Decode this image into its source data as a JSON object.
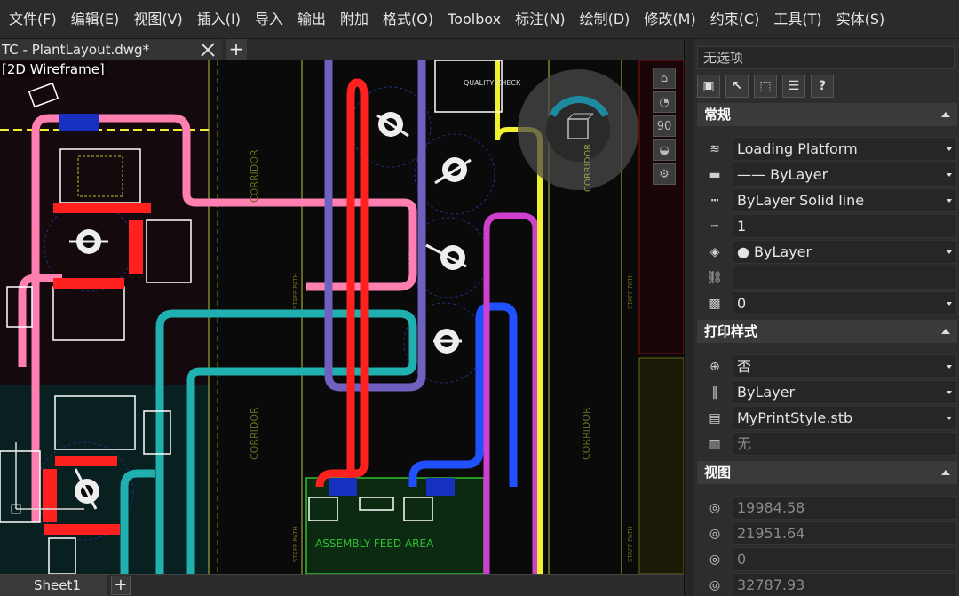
{
  "menu": [
    "文件(F)",
    "编辑(E)",
    "视图(V)",
    "插入(I)",
    "导入",
    "输出",
    "附加",
    "格式(O)",
    "Toolbox",
    "标注(N)",
    "绘制(D)",
    "修改(M)",
    "约束(C)",
    "工具(T)",
    "实体(S)"
  ],
  "document": {
    "tab_title": "TC - PlantLayout.dwg*",
    "add_tab": "+"
  },
  "viewport": {
    "label": "[2D Wireframe]"
  },
  "drawing": {
    "quality_check": "QUALITY CHECK",
    "corridor": "CORRIDOR",
    "staff_path": "STAFF PATH",
    "assembly_feed": "ASSEMBLY FEED AREA"
  },
  "nav": {
    "zoom": "90"
  },
  "layout_tabs": {
    "sheet": "Sheet1",
    "add": "+"
  },
  "properties": {
    "selection": "无选项",
    "tools": [
      "▣",
      "↖",
      "⬚",
      "☰",
      "?"
    ],
    "general": {
      "title": "常规",
      "rows": [
        {
          "icon": "layers-icon",
          "value": "Loading Platform",
          "dropdown": true
        },
        {
          "icon": "color-icon",
          "value": "—— ByLayer",
          "dropdown": true
        },
        {
          "icon": "linetype-icon",
          "value": "ByLayer      Solid line",
          "dropdown": true
        },
        {
          "icon": "linetype-scale-icon",
          "value": "1",
          "dropdown": false
        },
        {
          "icon": "lineweight-icon",
          "value": "● ByLayer",
          "dropdown": true
        },
        {
          "icon": "hyperlink-icon",
          "value": "",
          "dropdown": false
        },
        {
          "icon": "transparency-icon",
          "value": "0",
          "dropdown": true
        }
      ]
    },
    "plot_style": {
      "title": "打印样式",
      "rows": [
        {
          "icon": "plot-style-icon",
          "value": "否",
          "dropdown": true
        },
        {
          "icon": "plot-color-icon",
          "value": "ByLayer",
          "dropdown": true
        },
        {
          "icon": "plot-table-icon",
          "value": "MyPrintStyle.stb",
          "dropdown": true
        },
        {
          "icon": "plot-attach-icon",
          "value": "无",
          "dropdown": false,
          "disabled": true
        }
      ]
    },
    "view": {
      "title": "视图",
      "rows": [
        {
          "icon": "center-x-icon",
          "value": "19984.58",
          "disabled": true
        },
        {
          "icon": "center-y-icon",
          "value": "21951.64",
          "disabled": true
        },
        {
          "icon": "center-z-icon",
          "value": "0",
          "disabled": true
        },
        {
          "icon": "height-icon",
          "value": "32787.93",
          "disabled": true
        }
      ]
    }
  },
  "colors": {
    "pink": "#ff7fb0",
    "red": "#ff2020",
    "cyan": "#20b0b0",
    "blue": "#2050ff",
    "purple": "#9060d0",
    "yellow": "#f0f030",
    "magenta": "#d040d0",
    "green": "#30c030"
  }
}
